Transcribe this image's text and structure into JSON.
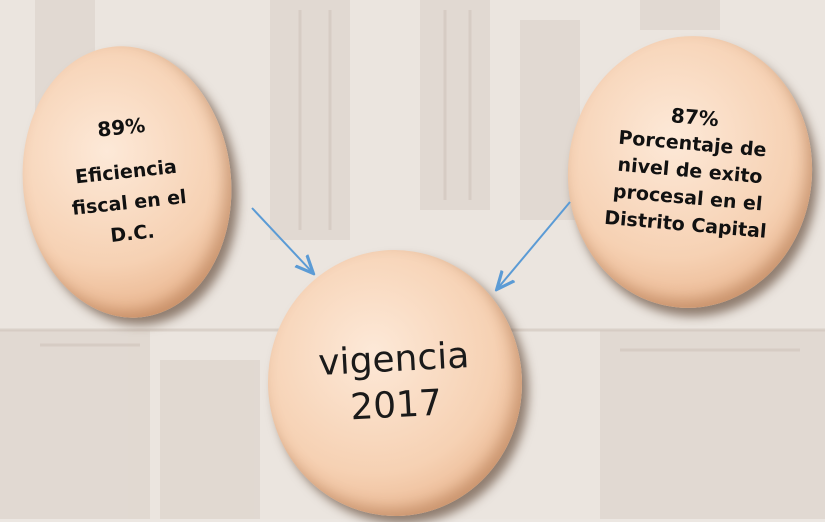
{
  "left_circle": {
    "percent": "89%",
    "label": "Eficiencia\nfiscal en el\nD.C."
  },
  "right_circle": {
    "percent": "87%",
    "label": "Porcentaje de\nnivel de exito\nprocesal en el\nDistrito Capital"
  },
  "center_circle": {
    "label": "vigencia\n2017"
  },
  "colors": {
    "bubble": "#f6d1b3",
    "arrow": "#5b9bd5"
  }
}
